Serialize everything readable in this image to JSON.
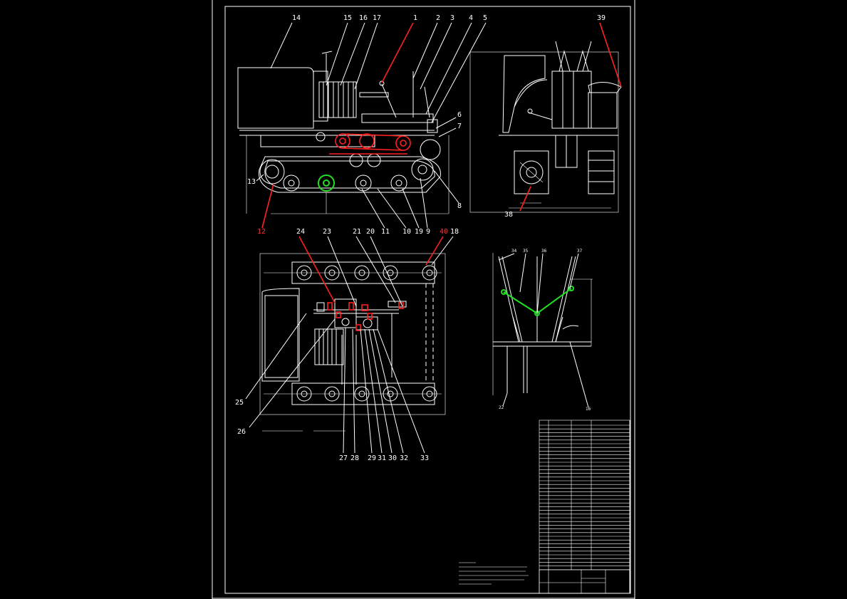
{
  "drawing": {
    "callouts_side_view": [
      "14",
      "15",
      "16",
      "17",
      "1",
      "2",
      "3",
      "4",
      "5",
      "6",
      "7",
      "8",
      "9",
      "19",
      "10",
      "11",
      "12",
      "13"
    ],
    "callouts_rear_view": [
      "39",
      "38"
    ],
    "callouts_plan_view": [
      "24",
      "23",
      "21",
      "20",
      "40",
      "18",
      "25",
      "26",
      "27",
      "28",
      "29",
      "31",
      "30",
      "32",
      "33"
    ],
    "callouts_detail_view": [
      "34",
      "35",
      "36",
      "37",
      "22",
      "16"
    ]
  },
  "colors": {
    "background": "#000000",
    "line": "#ffffff",
    "highlight": "#ff2020",
    "accent": "#22e022"
  }
}
